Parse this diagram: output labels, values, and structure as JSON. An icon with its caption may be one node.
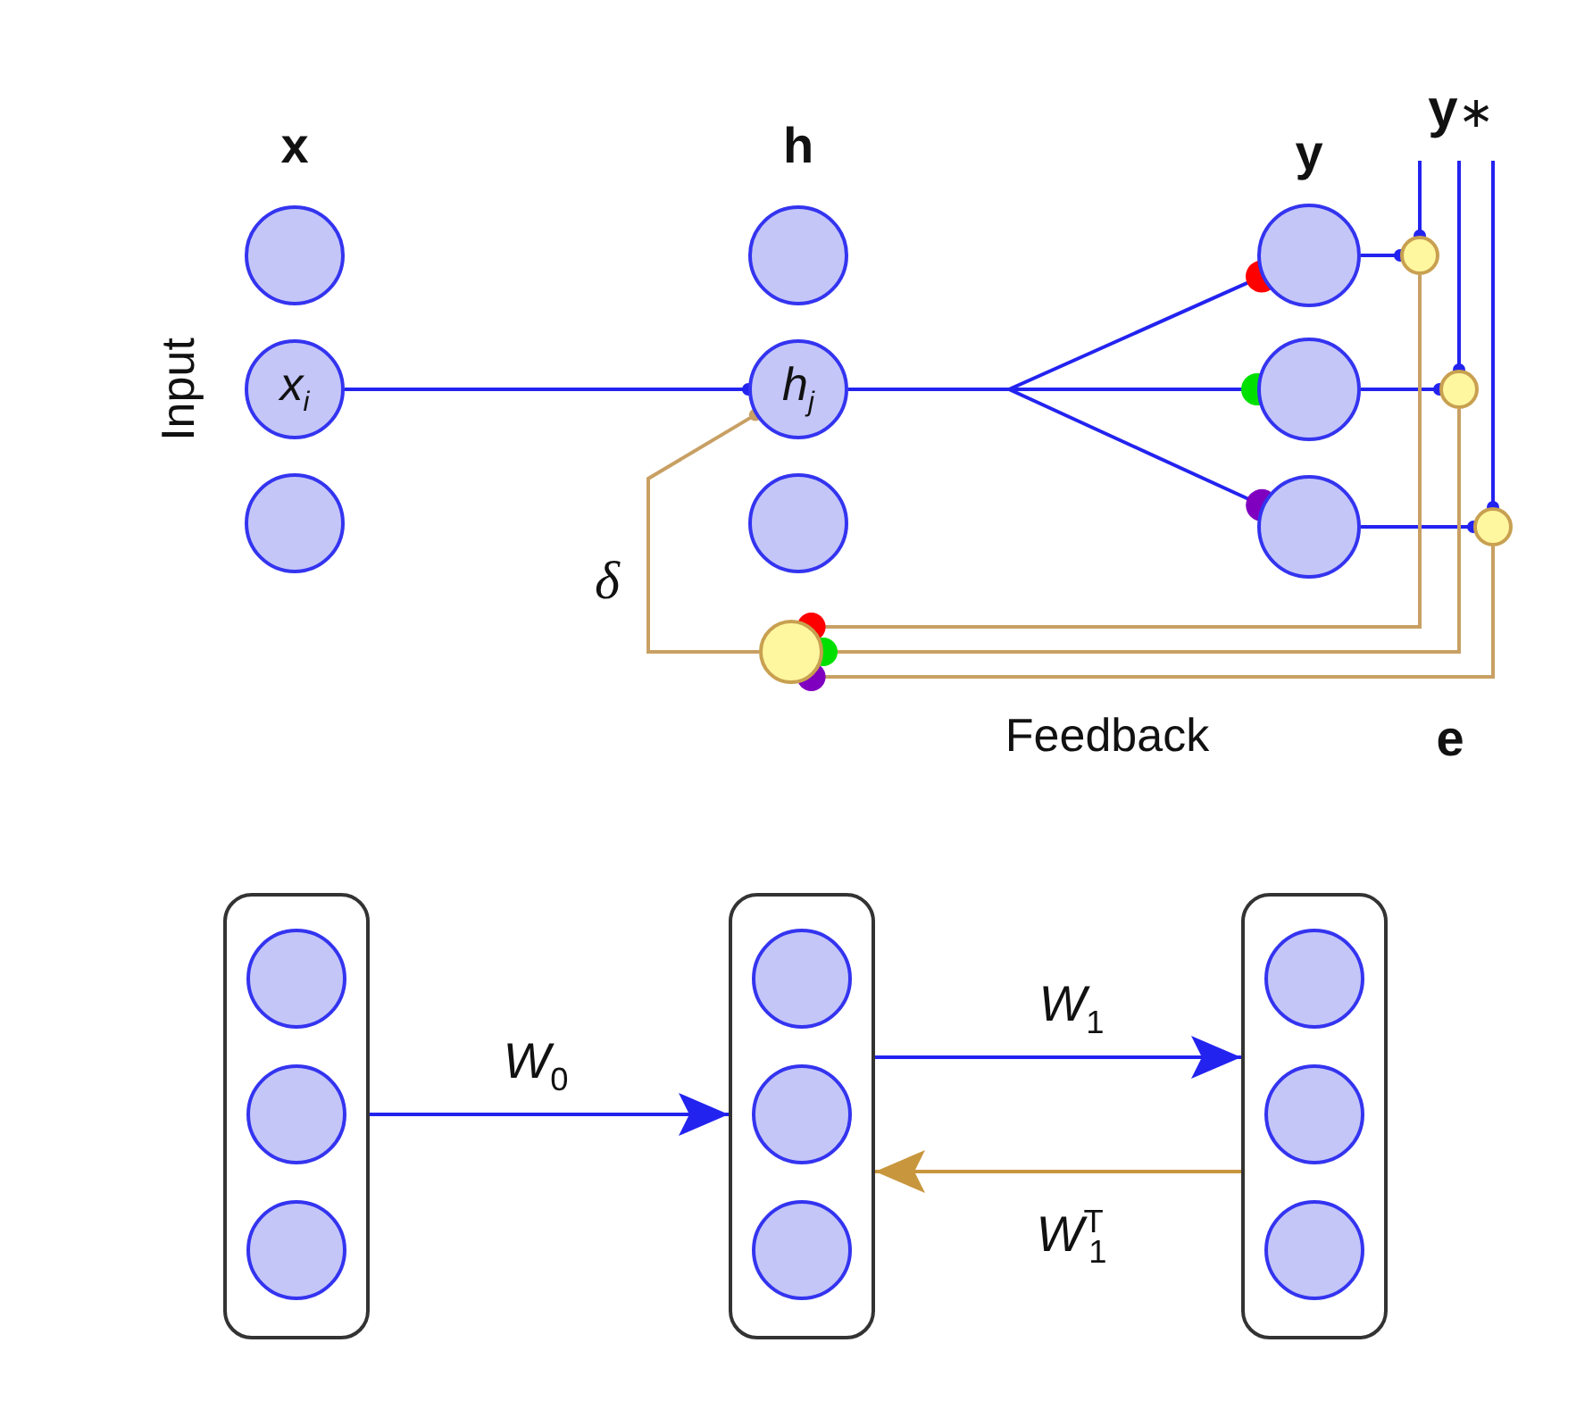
{
  "diagram": {
    "nodes": [
      {
        "text": [],
        "shape": "circle"
      },
      {
        "text": [
          "x$_{i}$"
        ]
      },
      {
        "text": [],
        "shape": "circle"
      },
      {
        "text": [],
        "shape": "circle"
      },
      {
        "text": [
          "h$_{j}$"
        ]
      },
      {
        "text": [],
        "shape": "circle"
      },
      {
        "text": [],
        "shape": "circle"
      },
      {
        "text": [],
        "shape": "circle"
      },
      {
        "text": [],
        "shape": "circle"
      },
      {
        "text": [],
        "shape": "circle"
      },
      {
        "text": [],
        "shape": "circle"
      },
      {
        "text": [],
        "shape": "circle"
      },
      {
        "text": [],
        "shape": "circle"
      },
      {
        "text": [],
        "shape": "box"
      },
      {
        "text": [],
        "shape": "circle",
        "in": 13
      },
      {
        "text": [],
        "shape": "circle",
        "in": 13
      },
      {
        "text": [],
        "shape": "circle",
        "in": 13
      },
      {
        "text": [],
        "shape": "box"
      },
      {
        "text": [],
        "shape": "circle",
        "in": 17
      },
      {
        "text": [],
        "shape": "circle",
        "in": 17
      },
      {
        "text": [],
        "shape": "circle",
        "in": 17
      },
      {
        "text": [],
        "shape": "box"
      },
      {
        "text": [],
        "shape": "circle",
        "in": 21
      },
      {
        "text": [],
        "shape": "circle",
        "in": 21
      },
      {
        "text": [],
        "shape": "circle",
        "in": 21
      }
    ],
    "edges": [
      {
        "from": 1,
        "to": 4,
        "arrow": "other"
      },
      {
        "from": 4,
        "to": 6,
        "arrow": "other"
      },
      {
        "from": 4,
        "to": 7,
        "arrow": "other"
      },
      {
        "from": 4,
        "to": 8,
        "arrow": "other"
      },
      {
        "from": 6,
        "to": 9,
        "arrow": "other"
      },
      {
        "from": 7,
        "to": 10,
        "arrow": "other"
      },
      {
        "from": 8,
        "to": 11,
        "arrow": "other"
      },
      {
        "from": null,
        "to": 9,
        "arrow": "other"
      },
      {
        "from": null,
        "to": 10,
        "arrow": "other"
      },
      {
        "from": null,
        "to": 11,
        "arrow": "other"
      },
      {
        "from": 9,
        "to": 12,
        "arrow": "other",
        "color": "#c8a064"
      },
      {
        "from": 10,
        "to": 12,
        "arrow": "other",
        "color": "#c8a064"
      },
      {
        "from": 11,
        "to": 12,
        "arrow": "other",
        "color": "#c8a064"
      },
      {
        "from": 12,
        "to": 4,
        "arrow": "other",
        "color": "#c8a064"
      },
      {
        "from": 13,
        "to": 17,
        "arrow": "to",
        "label": "*W*$_{0}$"
      },
      {
        "from": 17,
        "to": 21,
        "arrow": "to",
        "label": "*W*$_{1}$"
      },
      {
        "from": 21,
        "to": 17,
        "arrow": "to",
        "label": "*W*$^{T}$$_{1}$",
        "color": "#c8963c"
      }
    ],
    "labels": [
      "x",
      "h",
      "y",
      "**y**∗",
      "Input",
      "δ",
      "Feedback",
      "e"
    ]
  }
}
